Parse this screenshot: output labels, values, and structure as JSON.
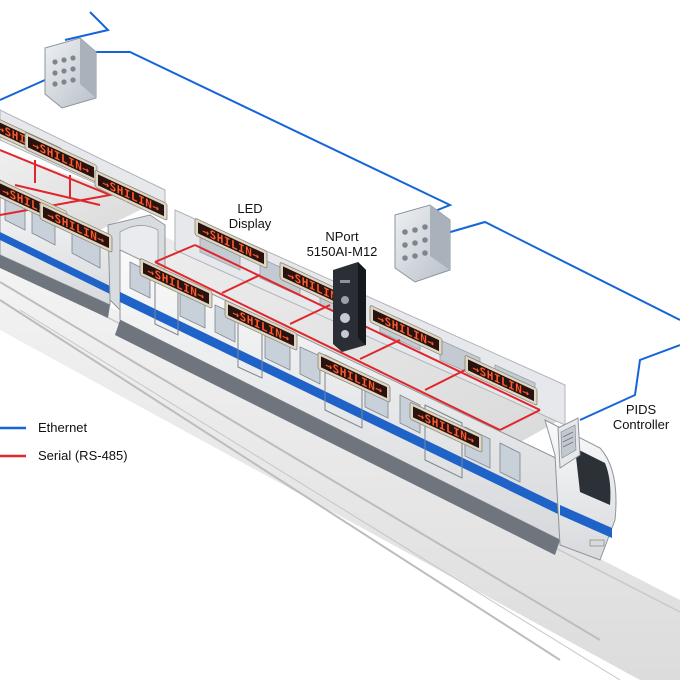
{
  "labels": {
    "led_display_line1": "LED",
    "led_display_line2": "Display",
    "nport_line1": "NPort",
    "nport_line2": "5150AI-M12",
    "pids_line1": "PIDS",
    "pids_line2": "Controller"
  },
  "legend": {
    "ethernet": "Ethernet",
    "serial": "Serial (RS-485)"
  },
  "led_sign_text": "→SHILIN→",
  "colors": {
    "ethernet": "#1565d8",
    "serial": "#e0262b",
    "train_stripe": "#1f63c9",
    "led_text": "#ff5a2a"
  }
}
